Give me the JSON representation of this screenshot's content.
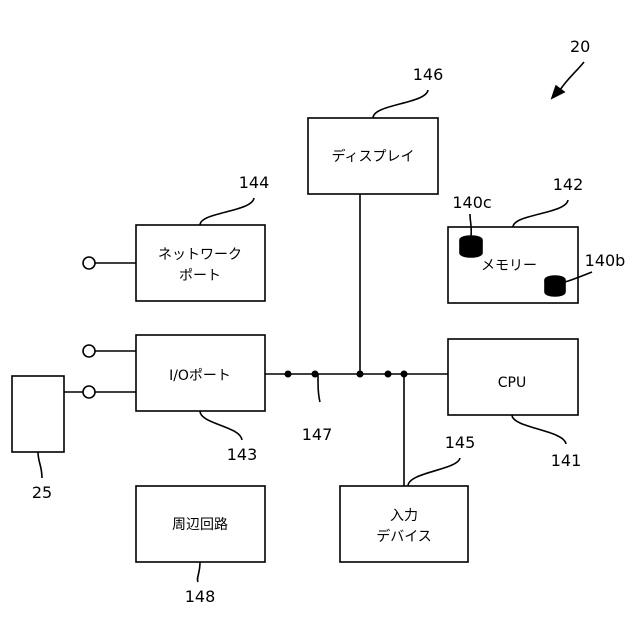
{
  "figure_number": "20",
  "blocks": {
    "display": {
      "label": "ディスプレイ",
      "ref": "146"
    },
    "network_port": {
      "line1": "ネットワーク",
      "line2": "ポート",
      "ref": "144"
    },
    "memory": {
      "label": "メモリー",
      "ref": "142",
      "storage_c": "140c",
      "storage_b": "140b"
    },
    "io_port": {
      "label": "I/Oポート",
      "ref": "143"
    },
    "cpu": {
      "label": "CPU",
      "ref": "141"
    },
    "input_device": {
      "line1": "入力",
      "line2": "デバイス",
      "ref": "145"
    },
    "peripheral": {
      "label": "周辺回路",
      "ref": "148"
    },
    "external_device": {
      "ref": "25"
    }
  },
  "bus": {
    "ref": "147"
  }
}
